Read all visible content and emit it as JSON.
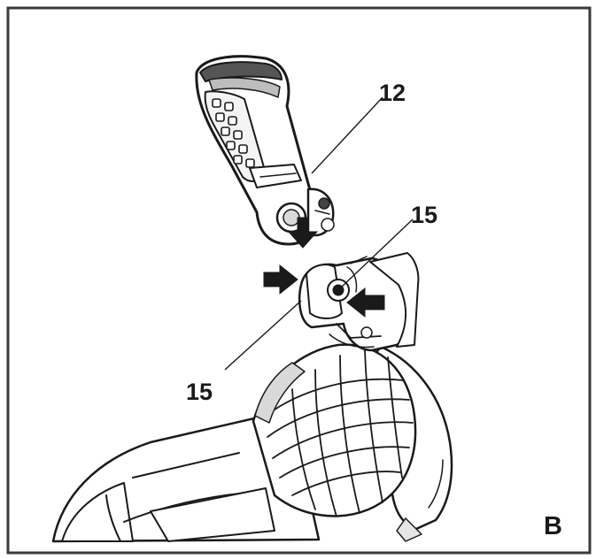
{
  "figure": {
    "labels": {
      "handle": "12",
      "button_top": "15",
      "button_bottom": "15",
      "panel": "B"
    },
    "colors": {
      "ink": "#1a1a1a",
      "paper": "#ffffff",
      "grip": "#d9d9d9",
      "frame": "#3a3a3a"
    },
    "icons": [
      "arrow-down-icon",
      "arrow-right-icon",
      "arrow-left-icon"
    ]
  }
}
